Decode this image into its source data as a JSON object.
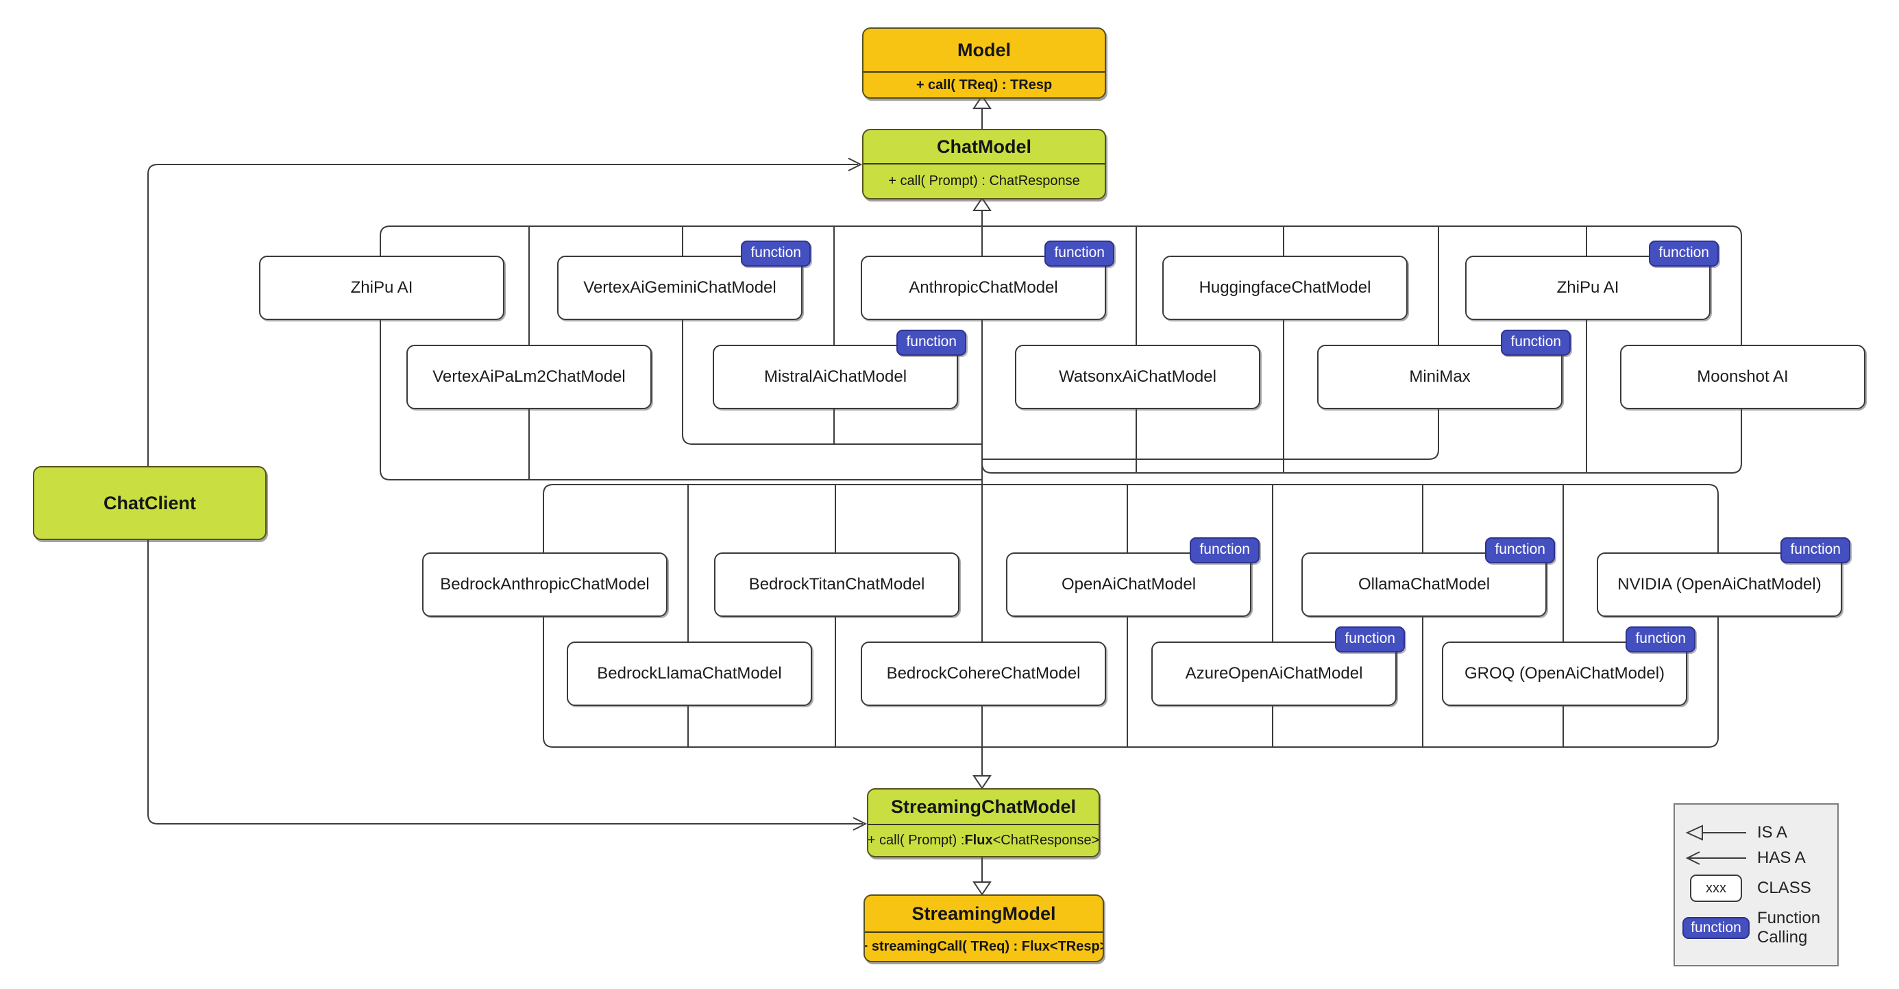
{
  "colors": {
    "orange": "#F7C414",
    "green": "#C9DF41",
    "badge_blue": "#444FC0",
    "line": "#3c3c3c",
    "legend_bg": "#eeeeee"
  },
  "badge": {
    "label": "function"
  },
  "core_nodes": {
    "model": {
      "title": "Model",
      "method": "+ call( TReq) : TResp"
    },
    "chat_model": {
      "title": "ChatModel",
      "method": "+ call( Prompt) : ChatResponse"
    },
    "chat_client": {
      "title": "ChatClient"
    },
    "streaming_chat_model": {
      "title": "StreamingChatModel",
      "method_prefix": "+ call( Prompt) : ",
      "method_bold": "Flux",
      "method_suffix": "<ChatResponse>"
    },
    "streaming_model": {
      "title": "StreamingModel",
      "method": "+ streamingCall( TReq) : Flux<TResp>"
    }
  },
  "providers": [
    {
      "label": "ZhiPu AI",
      "function_calling": false
    },
    {
      "label": "VertexAiGeminiChatModel",
      "function_calling": true
    },
    {
      "label": "AnthropicChatModel",
      "function_calling": true
    },
    {
      "label": "HuggingfaceChatModel",
      "function_calling": false
    },
    {
      "label": "ZhiPu AI",
      "function_calling": true
    },
    {
      "label": "VertexAiPaLm2ChatModel",
      "function_calling": false
    },
    {
      "label": "MistralAiChatModel",
      "function_calling": true
    },
    {
      "label": "WatsonxAiChatModel",
      "function_calling": false
    },
    {
      "label": "MiniMax",
      "function_calling": true
    },
    {
      "label": "Moonshot AI",
      "function_calling": false
    },
    {
      "label": "BedrockAnthropicChatModel",
      "function_calling": false
    },
    {
      "label": "BedrockTitanChatModel",
      "function_calling": false
    },
    {
      "label": "OpenAiChatModel",
      "function_calling": true
    },
    {
      "label": "OllamaChatModel",
      "function_calling": true
    },
    {
      "label": "NVIDIA (OpenAiChatModel)",
      "function_calling": true
    },
    {
      "label": "BedrockLlamaChatModel",
      "function_calling": false
    },
    {
      "label": "BedrockCohereChatModel",
      "function_calling": false
    },
    {
      "label": "AzureOpenAiChatModel",
      "function_calling": true
    },
    {
      "label": "GROQ (OpenAiChatModel)",
      "function_calling": true
    }
  ],
  "legend": {
    "is_a": "IS A",
    "has_a": "HAS A",
    "class_label": "CLASS",
    "class_sample": "xxx",
    "function_line1": "Function",
    "function_line2": "Calling"
  }
}
